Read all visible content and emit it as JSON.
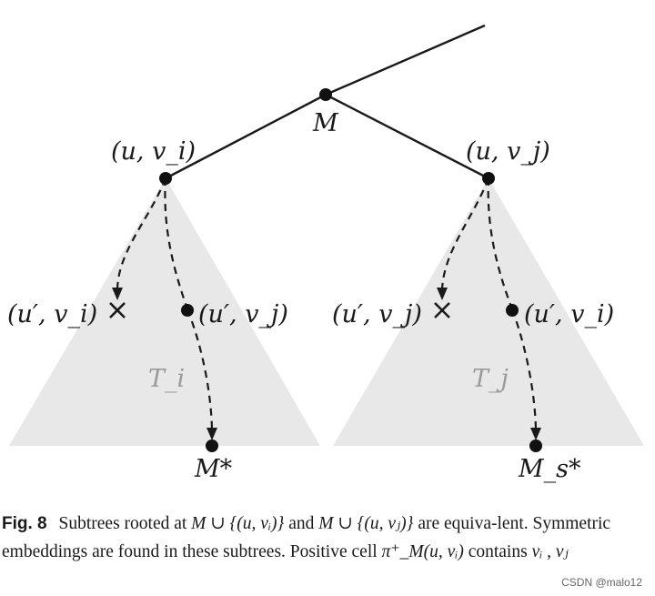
{
  "diagram": {
    "root_label": "M",
    "left_child_label": "(u, v_i)",
    "right_child_label": "(u, v_j)",
    "left_pruned_label": "(u′, v_i)",
    "left_kept_label": "(u′, v_j)",
    "right_pruned_label": "(u′, v_j)",
    "right_kept_label": "(u′, v_i)",
    "left_subtree_label": "T_i",
    "right_subtree_label": "T_j",
    "left_leaf_label": "M*",
    "right_leaf_label": "M_s*",
    "colors": {
      "subtree_fill": "#e8e8e8",
      "ink": "#1a1a1a",
      "subtree_text": "#9a9a9a"
    }
  },
  "caption": {
    "fig_label": "Fig. 8",
    "text_1": "Subtrees rooted at",
    "math_1": "M ∪ {(u, vᵢ)}",
    "text_2": "and",
    "math_2": "M ∪ {(u, vⱼ)}",
    "text_3": "are equiva-lent. Symmetric embeddings are found in these subtrees. Positive cell",
    "math_3": "π⁺_M(u, vᵢ)",
    "text_4": "contains",
    "math_4": "vᵢ , vⱼ"
  },
  "watermark": "CSDN @malo12"
}
